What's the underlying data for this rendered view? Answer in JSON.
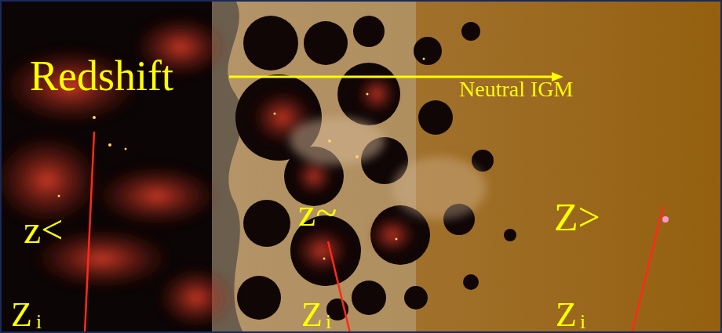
{
  "diagram": {
    "labels": [
      "Redshift",
      "Neutral IGM",
      "z<",
      "Z",
      "i",
      "z~",
      "Z",
      "i",
      "Z>",
      "Z",
      "i"
    ]
  }
}
